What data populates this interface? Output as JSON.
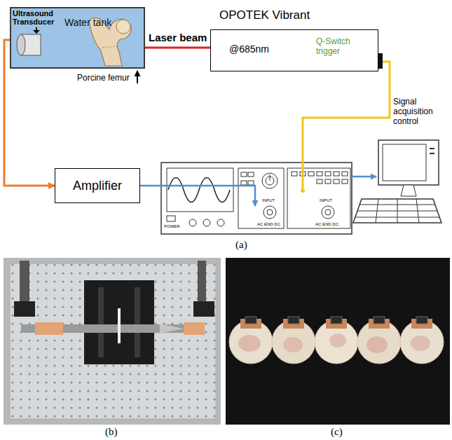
{
  "diagram": {
    "nodes": [
      {
        "text": [
          "Water tank"
        ]
      },
      {
        "text": [
          "OPOTEK Vibrant",
          "@685nm",
          "Q-Switch trigger"
        ]
      },
      {
        "text": [
          "Amplifier"
        ]
      },
      {
        "text": [
          "Signal acquisition control"
        ]
      }
    ],
    "edges": [
      {
        "from": 1,
        "to": 0,
        "arrow": "none",
        "label": "Laser beam"
      },
      {
        "from": 0,
        "to": 2,
        "arrow": "to"
      }
    ],
    "labels": [
      "Ultrasound Transducer",
      "Porcine femur",
      "POWER",
      "INPUT",
      "INPUT",
      "AC END DC",
      "AC END DC",
      "(a)",
      "(b)",
      "(c)"
    ]
  }
}
